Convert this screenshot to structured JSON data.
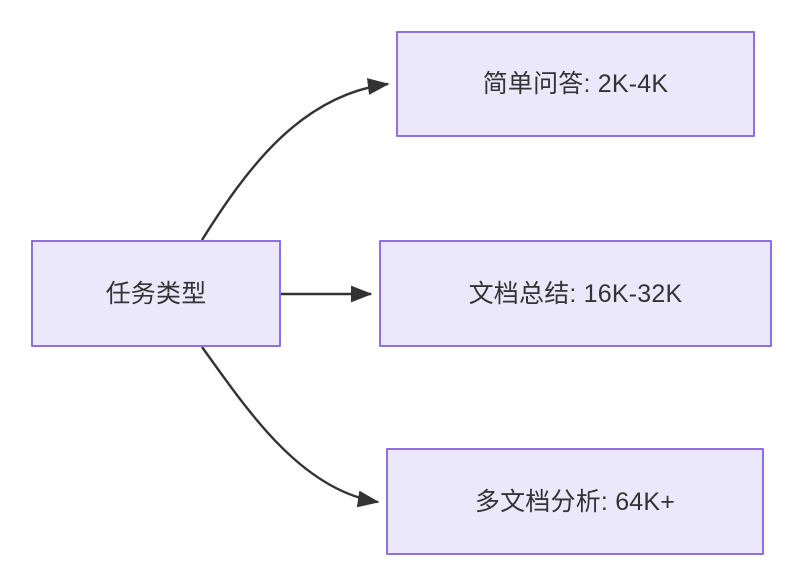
{
  "diagram": {
    "type": "flowchart",
    "direction": "left-to-right",
    "background_color": "#ffffff",
    "node_fill_color": "#ebe8fb",
    "node_border_color": "#9070e0",
    "text_color": "#333333",
    "edge_color": "#333333",
    "nodes": [
      {
        "id": "source",
        "label": "任务类型"
      },
      {
        "id": "simple_qa",
        "label": "简单问答: 2K-4K"
      },
      {
        "id": "doc_summary",
        "label": "文档总结: 16K-32K"
      },
      {
        "id": "multi_doc",
        "label": "多文档分析: 64K+"
      }
    ],
    "edges": [
      {
        "id": "edge-source-simple-qa",
        "from": "source",
        "to": "simple_qa",
        "label": "",
        "style": "curved",
        "arrowhead": "arrow-head-icon"
      },
      {
        "id": "edge-source-doc-summary",
        "from": "source",
        "to": "doc_summary",
        "label": "",
        "style": "straight",
        "arrowhead": "arrow-head-icon"
      },
      {
        "id": "edge-source-multi-doc",
        "from": "source",
        "to": "multi_doc",
        "label": "",
        "style": "curved",
        "arrowhead": "arrow-head-icon"
      }
    ]
  }
}
